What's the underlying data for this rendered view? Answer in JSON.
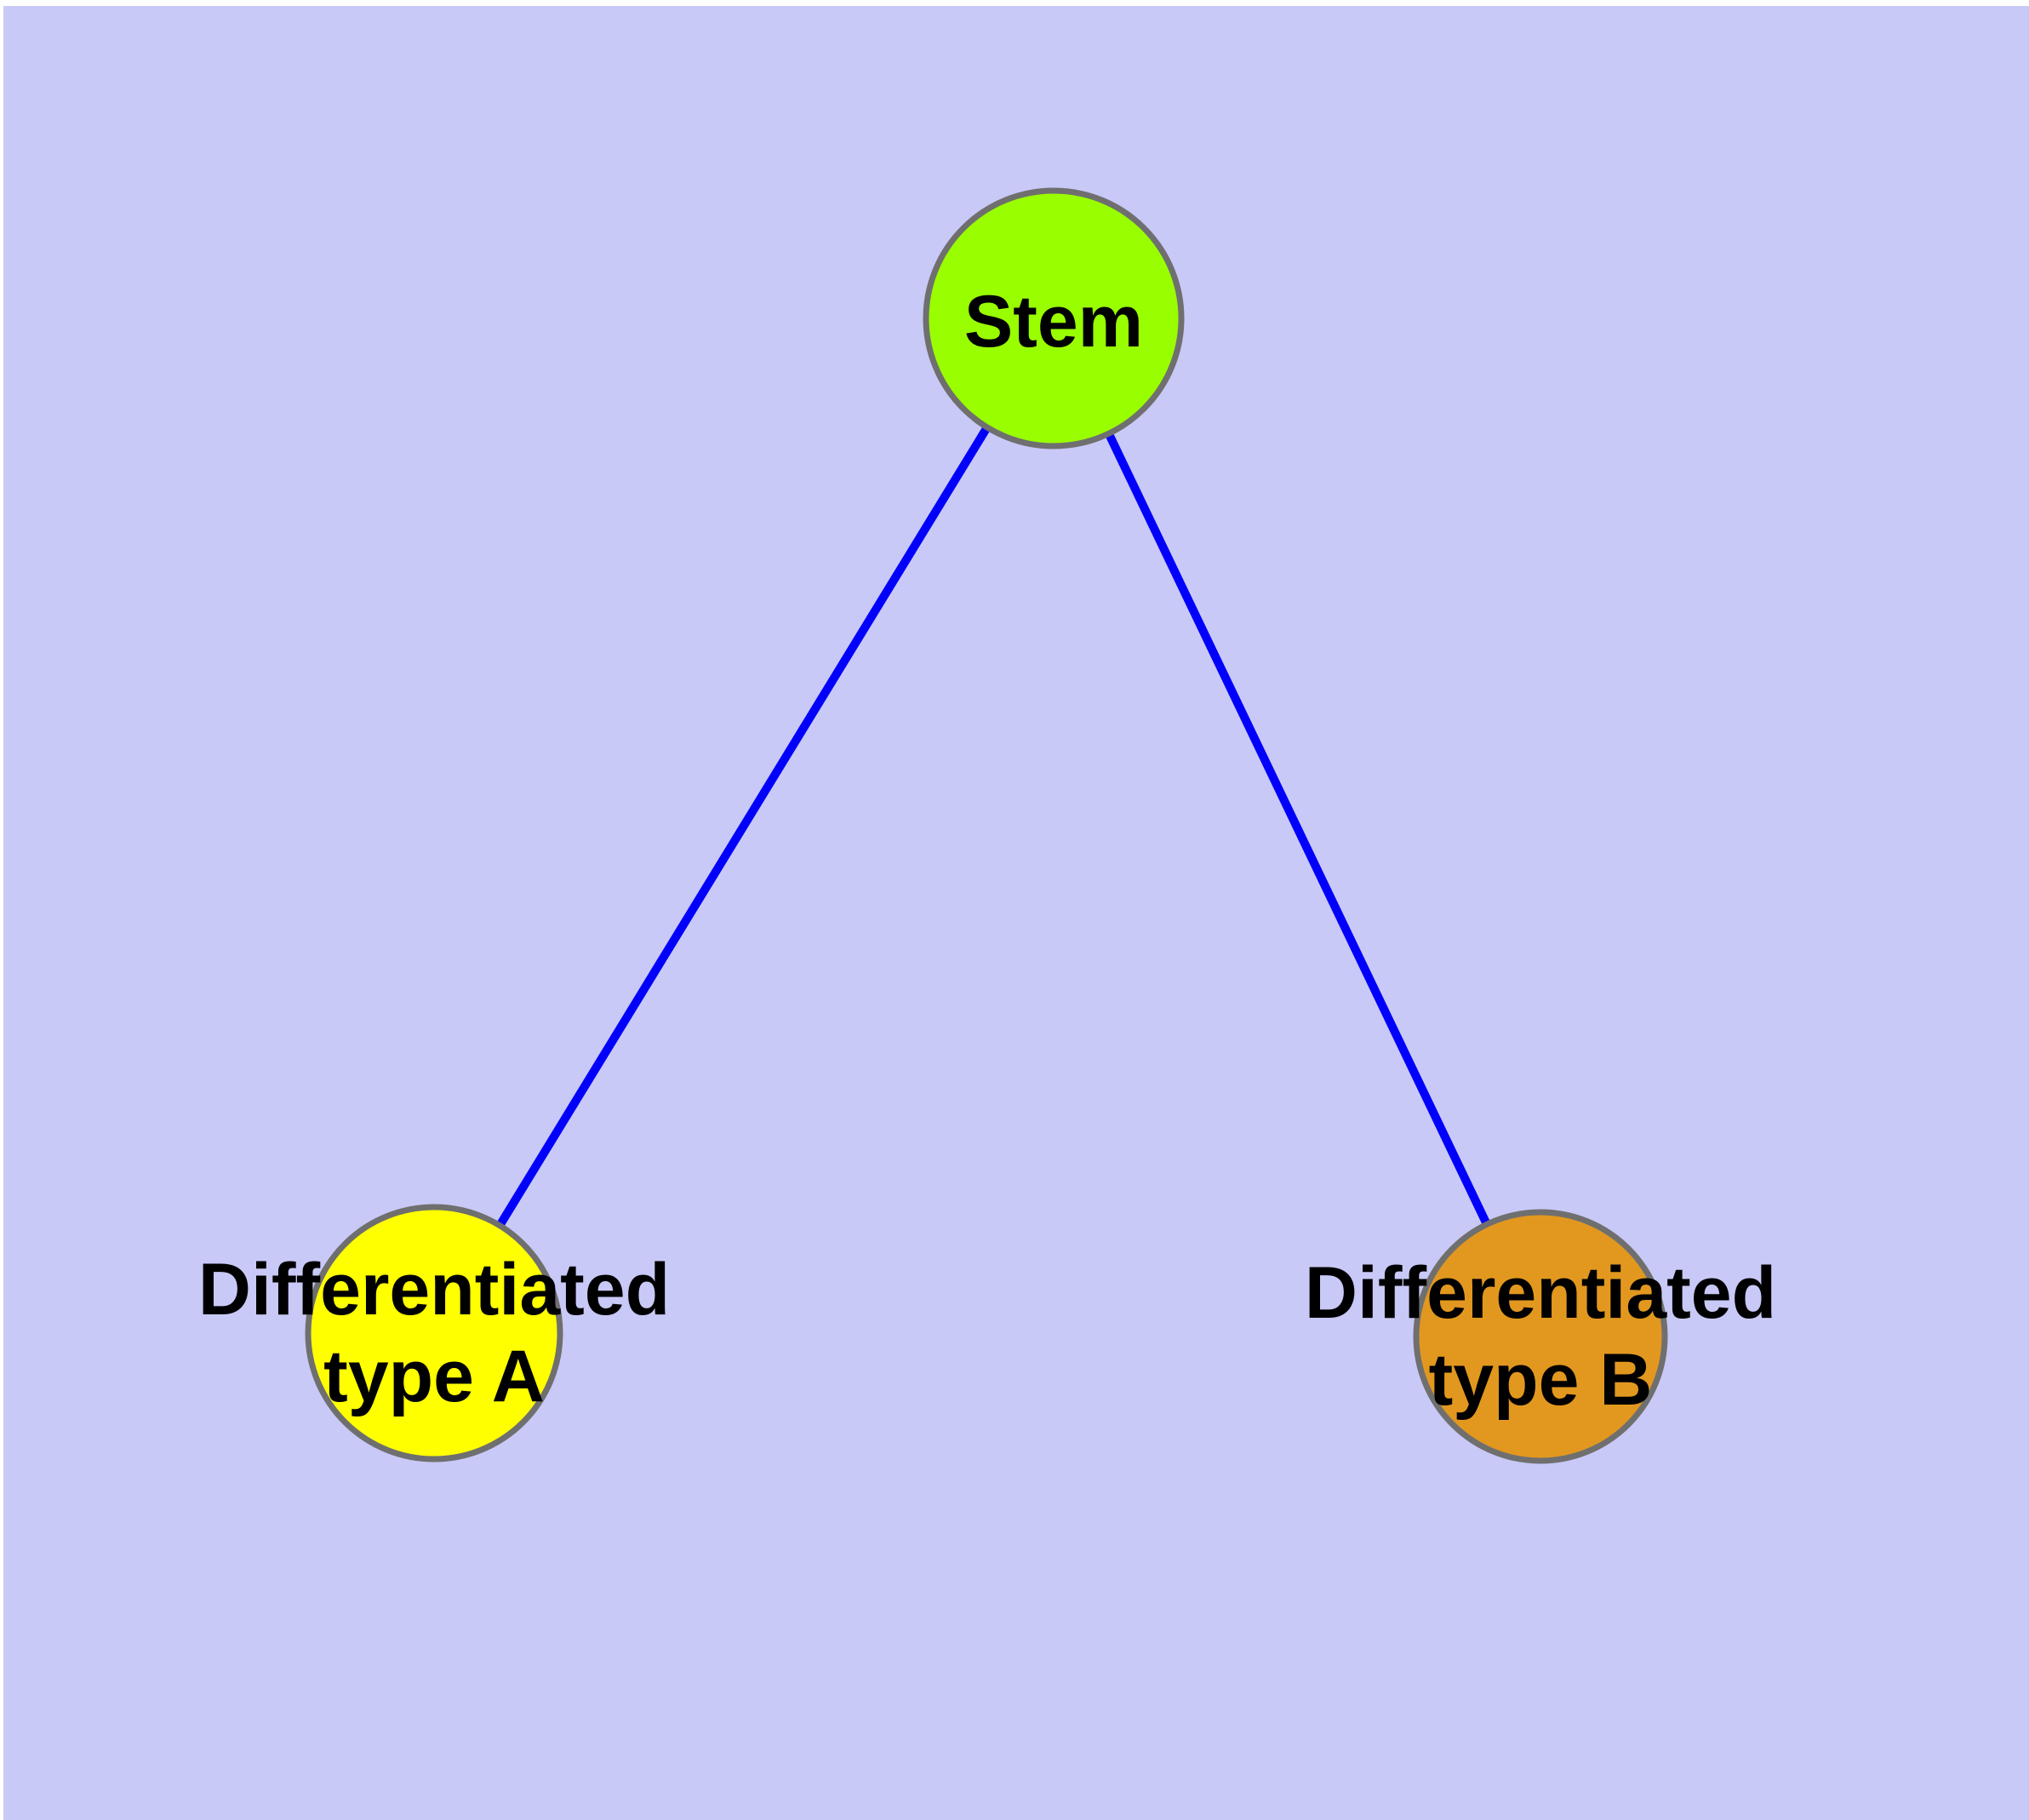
{
  "theme": {
    "background_color": "#c9c9f7",
    "edge_color": "#0000fb",
    "node_border_color": "#6f6f6f",
    "label_color": "#000000"
  },
  "diagram": {
    "type": "graph",
    "nodes": [
      {
        "id": "stem",
        "label_line1": "Stem",
        "label_line2": "",
        "fill": "#99ff00"
      },
      {
        "id": "differentiated-type-a",
        "label_line1": "Differentiated",
        "label_line2": "type A",
        "fill": "#ffff00"
      },
      {
        "id": "differentiated-type-b",
        "label_line1": "Differentiated",
        "label_line2": "type B",
        "fill": "#e2981f"
      }
    ],
    "edges": [
      {
        "from": "Stem",
        "to": "Differentiated type A"
      },
      {
        "from": "Stem",
        "to": "Differentiated type B"
      }
    ]
  }
}
